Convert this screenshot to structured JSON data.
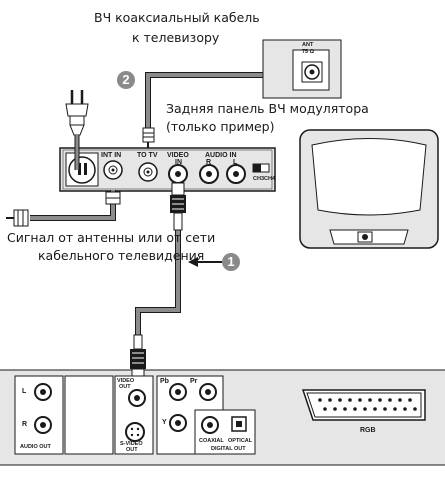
{
  "captions": {
    "rf_cable_line1": "ВЧ коаксиальный кабель",
    "rf_cable_line2": "к телевизору",
    "modulator_back_line1": "Задняя панель ВЧ модулятора",
    "modulator_back_line2": "(только пример)",
    "antenna_signal_line1": "Сигнал от антенны или от сети",
    "antenna_signal_line2": "кабельного телевидения"
  },
  "steps": {
    "step1": "1",
    "step2": "2"
  },
  "modulator": {
    "int_in": "INT IN",
    "to_tv": "TO TV",
    "video": "VIDEO",
    "video_in": "IN",
    "audio_in": "AUDIO  IN",
    "audio_r": "R",
    "audio_l": "L",
    "ch3": "CH3",
    "ch4": "CH4"
  },
  "tv_antenna": {
    "ant": "ANT",
    "ohm": "75 Ω"
  },
  "player": {
    "audio_l": "L",
    "audio_r": "R",
    "audio_out": "AUDIO OUT",
    "video_out_line1": "VIDEO",
    "video_out_line2": "OUT",
    "svideo_line1": "S-VIDEO",
    "svideo_line2": "OUT",
    "pb": "Pb",
    "pr": "Pr",
    "y": "Y",
    "coaxial": "COAXIAL",
    "optical": "OPTICAL",
    "digital_out": "DIGITAL OUT",
    "rgb": "RGB"
  },
  "colors": {
    "panel": "#e6e6e6",
    "cable": "#8c8c8c",
    "badge": "#8a8a8a",
    "line": "#1a1a1a"
  }
}
